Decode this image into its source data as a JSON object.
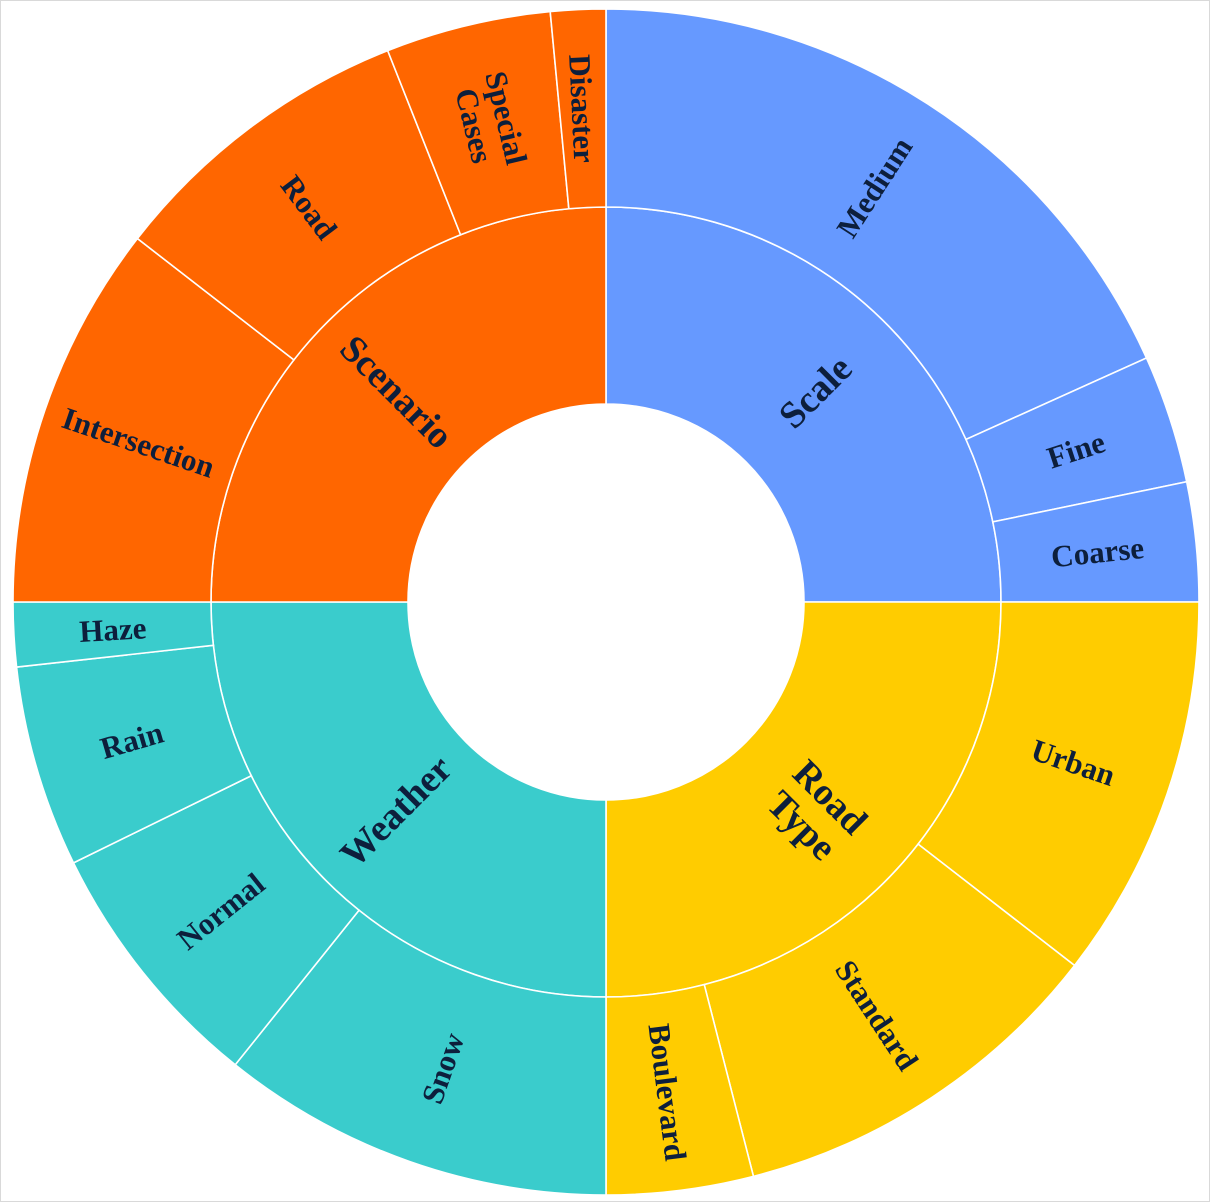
{
  "chart_data": {
    "type": "sunburst",
    "direction": "clockwise",
    "start_angle_deg": 0,
    "total": 100,
    "groups": [
      {
        "name": "Scale",
        "color": "#6699ff",
        "value": 25,
        "children": [
          {
            "name": "Medium",
            "value": 18.25
          },
          {
            "name": "Fine",
            "value": 3.5
          },
          {
            "name": "Coarse",
            "value": 3.25
          }
        ]
      },
      {
        "name": "Road Type",
        "name_lines": [
          "Road",
          "Type"
        ],
        "color": "#ffcc00",
        "value": 25,
        "children": [
          {
            "name": "Urban",
            "value": 10.5
          },
          {
            "name": "Standard",
            "value": 10.5
          },
          {
            "name": "Boulevard",
            "value": 4
          }
        ]
      },
      {
        "name": "Weather",
        "color": "#3acccc",
        "value": 25,
        "children": [
          {
            "name": "Snow",
            "value": 10.75
          },
          {
            "name": "Normal",
            "value": 7
          },
          {
            "name": "Rain",
            "value": 5.5
          },
          {
            "name": "Haze",
            "value": 1.75
          }
        ]
      },
      {
        "name": "Scenario",
        "color": "#ff6600",
        "value": 25,
        "children": [
          {
            "name": "Intersection",
            "value": 10.5
          },
          {
            "name": "Road",
            "value": 8.5
          },
          {
            "name": "Special Cases",
            "name_lines": [
              "Special",
              "Cases"
            ],
            "value": 4.5
          },
          {
            "name": "Disaster",
            "value": 1.5
          }
        ]
      }
    ]
  }
}
